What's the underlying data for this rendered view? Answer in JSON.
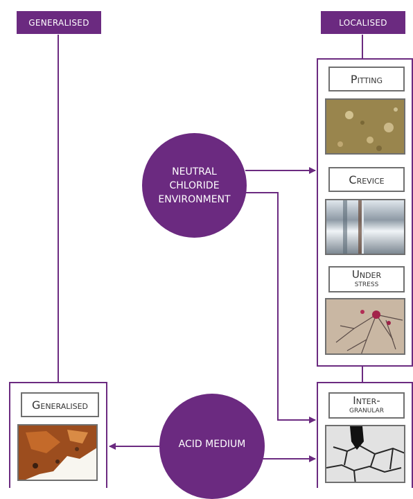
{
  "colors": {
    "accent": "#6b2a80",
    "label_border": "#6f6f6f"
  },
  "tags": {
    "generalised": "GENERALISED",
    "localised": "LOCALISED"
  },
  "circles": {
    "neutral": [
      "NEUTRAL",
      "CHLORIDE",
      "ENVIRONMENT"
    ],
    "acid": "ACID MEDIUM"
  },
  "localised_items": [
    {
      "title": "Pitting",
      "photo_icon": "pitting-photo"
    },
    {
      "title": "Crevice",
      "photo_icon": "crevice-photo"
    },
    {
      "title_lines": [
        "Under",
        "stress"
      ],
      "photo_icon": "stress-corrosion-photo"
    }
  ],
  "intergranular": {
    "title_lines": [
      "Inter-",
      "granular"
    ],
    "photo_icon": "intergranular-photo"
  },
  "generalised_item": {
    "title": "Generalised",
    "photo_icon": "generalised-corrosion-photo"
  }
}
